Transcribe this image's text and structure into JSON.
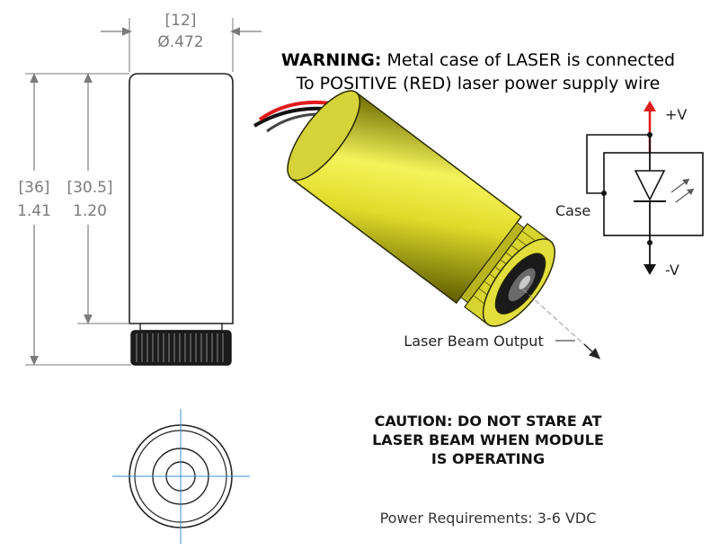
{
  "dimensions": {
    "diameter_mm": "[12]",
    "diameter_in": "Ø.472",
    "length_total_mm": "[36]",
    "length_total_in": "1.41",
    "length_body_mm": "[30.5]",
    "length_body_in": "1.20"
  },
  "warning": {
    "bold": "WARNING:",
    "line1": " Metal case of LASER is connected",
    "line2": "To POSITIVE (RED) laser power supply wire"
  },
  "schematic": {
    "plus": "+V",
    "minus": "-V",
    "case": "Case"
  },
  "beam_label": "Laser Beam Output",
  "caution": {
    "line1": "CAUTION: DO NOT STARE AT",
    "line2": "LASER BEAM WHEN MODULE",
    "line3": "IS OPERATING"
  },
  "power": "Power Requirements: 3-6 VDC",
  "colors": {
    "laser_body": "#e8e63a",
    "laser_outline": "#2b2b00",
    "positive_wire": "#e21b1b",
    "negative_wire": "#111111",
    "dimension_lines": "#7a7a7a",
    "center_marks": "#3a8fd8"
  }
}
